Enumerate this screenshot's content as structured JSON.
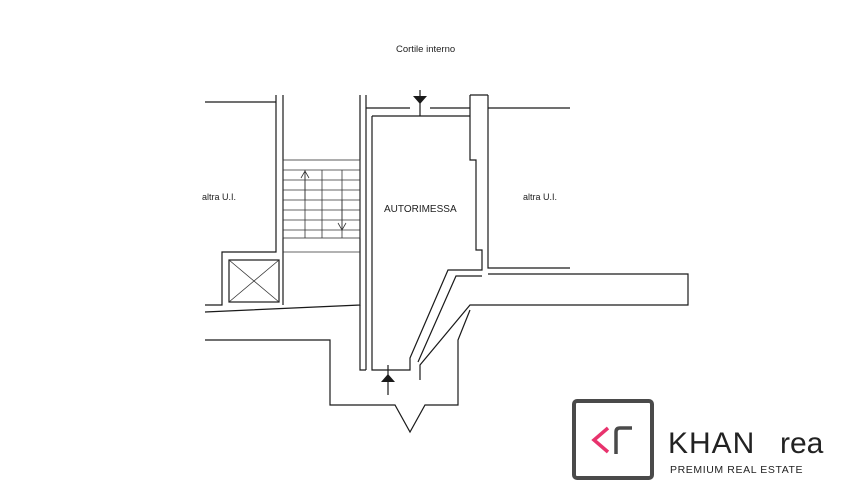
{
  "plan": {
    "labels": {
      "courtyard": "Cortile interno",
      "garage": "AUTORIMESSA",
      "other_unit_left": "altra U.I.",
      "other_unit_right": "altra U.I."
    }
  },
  "logo": {
    "mark": "kr",
    "name_first": "KHAN",
    "name_second": "rea",
    "tagline": "PREMIUM REAL ESTATE",
    "colors": {
      "dark": "#4a4a4a",
      "accent": "#e8336d"
    }
  }
}
